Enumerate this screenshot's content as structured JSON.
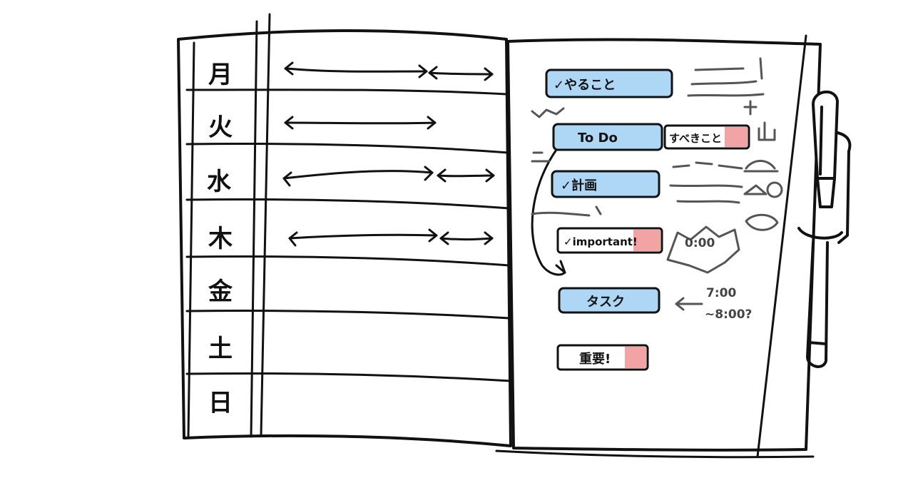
{
  "planner": {
    "days": [
      "月",
      "火",
      "水",
      "木",
      "金",
      "土",
      "日"
    ]
  },
  "tasks": {
    "yarukoto": "✓やること",
    "todo": "To Do",
    "subekikoto": "すべきこと",
    "keikaku": "✓計画",
    "important": "✓important!",
    "tasuku": "タスク",
    "juuyou": "重要!"
  },
  "notes": {
    "time_1": "0:00",
    "time_2": "7:00",
    "time_3": "~8:00?"
  },
  "colors": {
    "blue_tag": "#aed6f5",
    "red_tag": "#f2a3a3",
    "ink": "#111111",
    "pencil": "#555555"
  }
}
